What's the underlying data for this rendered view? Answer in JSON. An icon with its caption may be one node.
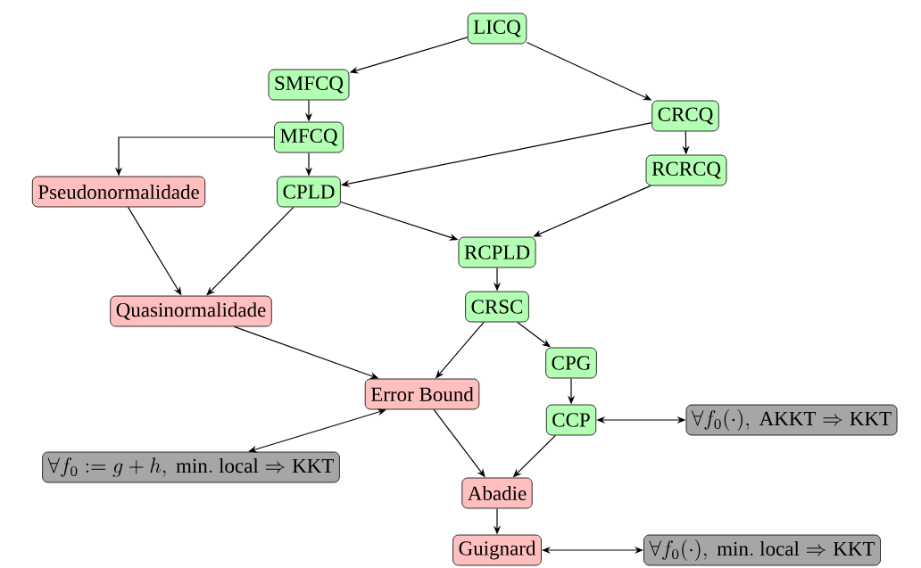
{
  "diagram": {
    "nodes": [
      {
        "text": [
          "LICQ"
        ]
      },
      {
        "text": [
          "SMFCQ"
        ]
      },
      {
        "text": [
          "CRCQ"
        ]
      },
      {
        "text": [
          "MFCQ"
        ]
      },
      {
        "text": [
          "Pseudonormalidade"
        ]
      },
      {
        "text": [
          "CPLD"
        ]
      },
      {
        "text": [
          "RCRCQ"
        ]
      },
      {
        "text": [
          "RCPLD"
        ]
      },
      {
        "text": [
          "Quasinormalidade"
        ]
      },
      {
        "text": [
          "CRSC"
        ]
      },
      {
        "text": [
          "CPG"
        ]
      },
      {
        "text": [
          "Error Bound"
        ]
      },
      {
        "text": [
          "CCP"
        ]
      },
      {
        "text": [
          "\\forall f_0(\\cdot),\\ \\mathrm{AKKT} \\Rightarrow \\mathrm{KKT}"
        ]
      },
      {
        "text": [
          "\\forall f_0 := g + h,\\ \\mathrm{min.\\ local} \\Rightarrow \\mathrm{KKT}"
        ]
      },
      {
        "text": [
          "Abadie"
        ]
      },
      {
        "text": [
          "Guignard"
        ]
      },
      {
        "text": [
          "\\forall f_0(\\cdot),\\ \\mathrm{min.\\ local} \\Rightarrow \\mathrm{KKT}"
        ]
      }
    ],
    "edges": [
      {
        "from": 0,
        "to": 1,
        "arrow": "to"
      },
      {
        "from": 0,
        "to": 2,
        "arrow": "to"
      },
      {
        "from": 1,
        "to": 3,
        "arrow": "to"
      },
      {
        "from": 3,
        "to": 4,
        "arrow": "to"
      },
      {
        "from": 3,
        "to": 5,
        "arrow": "to"
      },
      {
        "from": 2,
        "to": 5,
        "arrow": "to"
      },
      {
        "from": 2,
        "to": 6,
        "arrow": "to"
      },
      {
        "from": 5,
        "to": 7,
        "arrow": "to"
      },
      {
        "from": 6,
        "to": 7,
        "arrow": "to"
      },
      {
        "from": 4,
        "to": 8,
        "arrow": "to"
      },
      {
        "from": 5,
        "to": 8,
        "arrow": "to"
      },
      {
        "from": 7,
        "to": 9,
        "arrow": "to"
      },
      {
        "from": 9,
        "to": 11,
        "arrow": "to"
      },
      {
        "from": 9,
        "to": 10,
        "arrow": "to"
      },
      {
        "from": 8,
        "to": 11,
        "arrow": "to"
      },
      {
        "from": 10,
        "to": 12,
        "arrow": "to"
      },
      {
        "from": 12,
        "to": 13,
        "arrow": "both"
      },
      {
        "from": 11,
        "to": 14,
        "arrow": "both"
      },
      {
        "from": 11,
        "to": 15,
        "arrow": "to"
      },
      {
        "from": 12,
        "to": 15,
        "arrow": "to"
      },
      {
        "from": 15,
        "to": 16,
        "arrow": "to"
      },
      {
        "from": 16,
        "to": 17,
        "arrow": "both"
      }
    ]
  }
}
